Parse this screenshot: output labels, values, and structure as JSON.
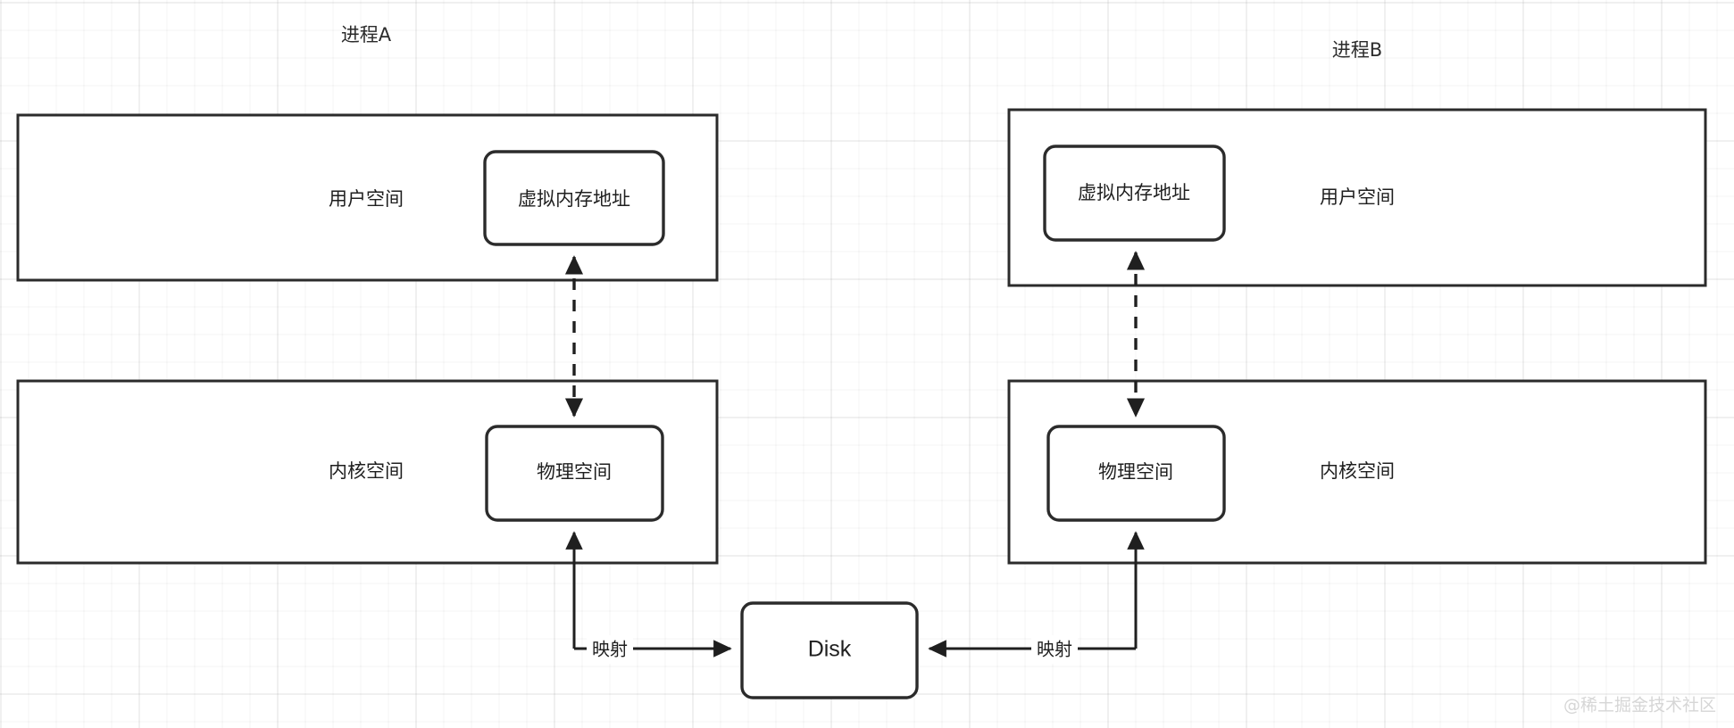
{
  "diagram": {
    "title_left": "进程A",
    "title_right": "进程B",
    "processes": [
      {
        "id": "process-a",
        "title": "进程A",
        "user_space_label": "用户空间",
        "kernel_space_label": "内核空间",
        "virtual_memory_label": "虚拟内存地址",
        "physical_space_label": "物理空间",
        "mapping_label": "映射"
      },
      {
        "id": "process-b",
        "title": "进程B",
        "user_space_label": "用户空间",
        "kernel_space_label": "内核空间",
        "virtual_memory_label": "虚拟内存地址",
        "physical_space_label": "物理空间",
        "mapping_label": "映射"
      }
    ],
    "disk": {
      "label": "Disk"
    },
    "watermark": "@稀土掘金技术社区",
    "colors": {
      "stroke": "#2b2b2b",
      "text": "#1f1f1f",
      "background": "#ffffff",
      "grid_minor": "rgba(0,0,0,0.045)",
      "grid_major": "rgba(0,0,0,0.075)",
      "watermark": "#d6d6d6"
    }
  }
}
